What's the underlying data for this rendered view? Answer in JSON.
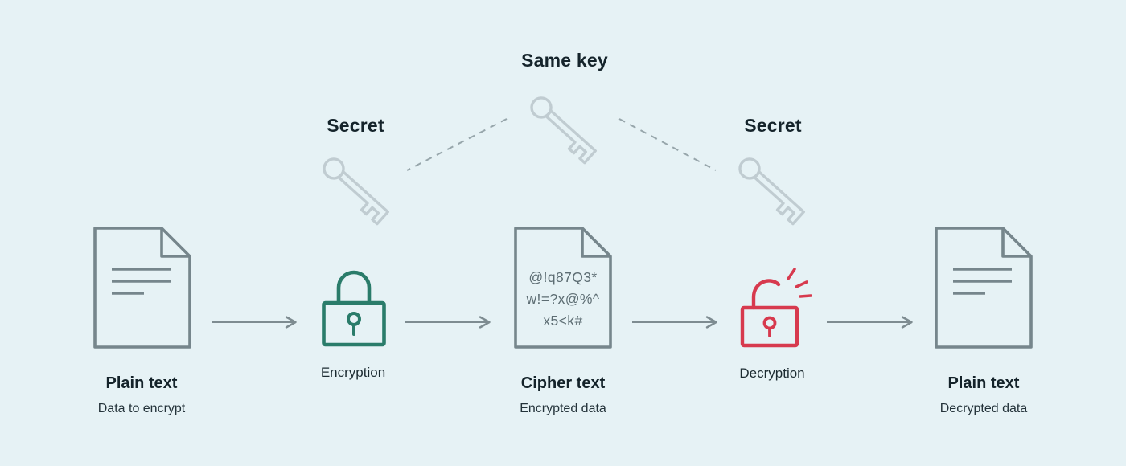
{
  "diagram": {
    "title_concept": "Symmetric encryption flow",
    "same_key_label": "Same key",
    "secret_left_label": "Secret",
    "secret_right_label": "Secret",
    "cipher_lines": [
      "@!q87Q3*",
      "w!=?x@%^",
      "x5<k#"
    ],
    "nodes": {
      "plain_left": {
        "title": "Plain text",
        "subtitle": "Data to encrypt"
      },
      "encryption": {
        "label": "Encryption"
      },
      "cipher": {
        "title": "Cipher text",
        "subtitle": "Encrypted data"
      },
      "decryption": {
        "label": "Decryption"
      },
      "plain_right": {
        "title": "Plain text",
        "subtitle": "Decrypted data"
      }
    },
    "icons": {
      "key": "key-icon",
      "closed_lock": "lock-closed-icon",
      "open_lock": "lock-open-icon",
      "document": "document-icon",
      "arrow": "arrow-right-icon"
    },
    "colors": {
      "background": "#e6f2f5",
      "outline_gray": "#76868c",
      "arrow_gray": "#7e8c91",
      "key_gray": "#c0ccd1",
      "dashed_gray": "#97a6ab",
      "encryption_green": "#2a7c6a",
      "decryption_red": "#d73a4e",
      "text_dark": "#14232a",
      "cipher_text_gray": "#5d6d73"
    }
  }
}
